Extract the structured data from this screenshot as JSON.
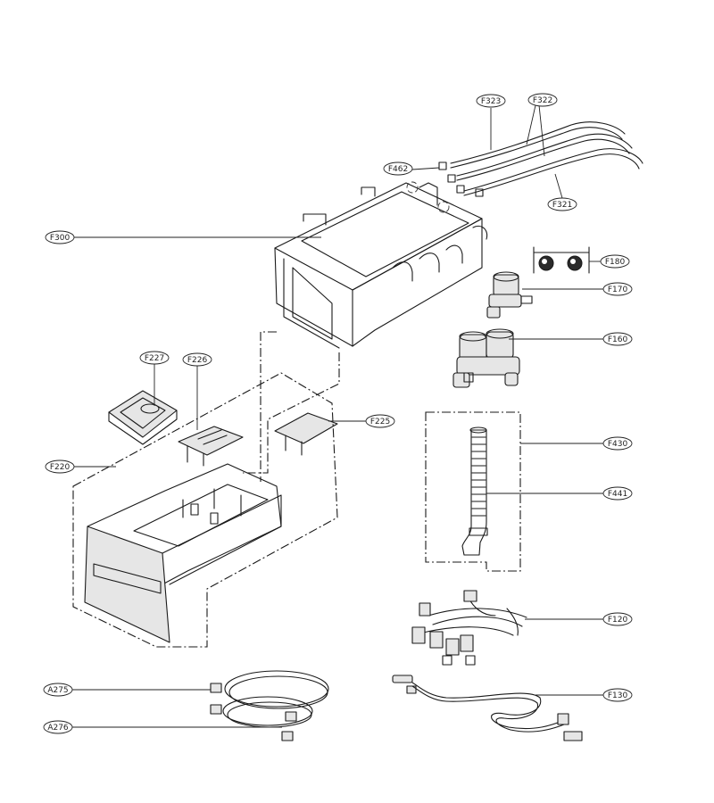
{
  "callouts": {
    "F323": "F323",
    "F322": "F322",
    "F462": "F462",
    "F321": "F321",
    "F300": "F300",
    "F180": "F180",
    "F170": "F170",
    "F160": "F160",
    "F227": "F227",
    "F226": "F226",
    "F225": "F225",
    "F220": "F220",
    "F430": "F430",
    "F441": "F441",
    "F120": "F120",
    "F130": "F130",
    "A275": "A275",
    "A276": "A276"
  }
}
